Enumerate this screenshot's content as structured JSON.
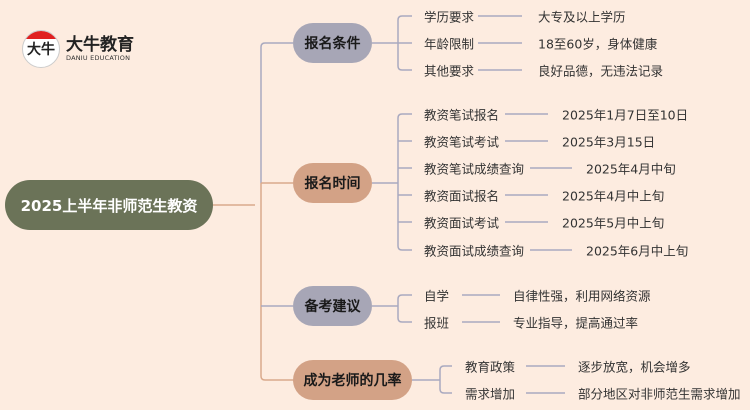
{
  "logo": {
    "mark": "大牛",
    "name": "大牛教育",
    "subtitle": "DANIU EDUCATION"
  },
  "colors": {
    "background": "#fdece0",
    "root": "#6b7358",
    "gray": "#a7a6b6",
    "tan": "#d3a286"
  },
  "root": "2025上半年非师范生教资",
  "branches": [
    {
      "label": "报名条件",
      "items": [
        {
          "label": "学历要求",
          "value": "大专及以上学历"
        },
        {
          "label": "年龄限制",
          "value": "18至60岁，身体健康"
        },
        {
          "label": "其他要求",
          "value": "良好品德，无违法记录"
        }
      ]
    },
    {
      "label": "报名时间",
      "items": [
        {
          "label": "教资笔试报名",
          "value": "2025年1月7日至10日"
        },
        {
          "label": "教资笔试考试",
          "value": "2025年3月15日"
        },
        {
          "label": "教资笔试成绩查询",
          "value": "2025年4月中旬"
        },
        {
          "label": "教资面试报名",
          "value": "2025年4月中上旬"
        },
        {
          "label": "教资面试考试",
          "value": "2025年5月中上旬"
        },
        {
          "label": "教资面试成绩查询",
          "value": "2025年6月中上旬"
        }
      ]
    },
    {
      "label": "备考建议",
      "items": [
        {
          "label": "自学",
          "value": "自律性强，利用网络资源"
        },
        {
          "label": "报班",
          "value": "专业指导，提高通过率"
        }
      ]
    },
    {
      "label": "成为老师的几率",
      "items": [
        {
          "label": "教育政策",
          "value": "逐步放宽，机会增多"
        },
        {
          "label": "需求增加",
          "value": "部分地区对非师范生需求增加"
        }
      ]
    }
  ]
}
